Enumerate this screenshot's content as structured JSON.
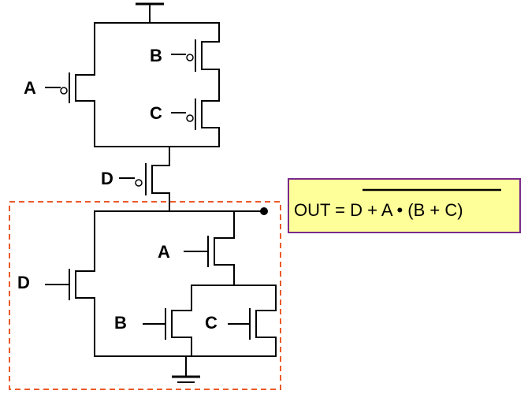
{
  "inputs": {
    "pullup_a": "A",
    "pullup_b": "B",
    "pullup_c": "C",
    "pullup_d": "D",
    "pulldown_a": "A",
    "pulldown_b": "B",
    "pulldown_c": "C",
    "pulldown_d": "D"
  },
  "equation": {
    "lhs": "OUT = ",
    "rhs": "D + A • (B + C)"
  },
  "colors": {
    "box_fill": "#ffff99",
    "box_border": "#7a2a8c",
    "dashed_region": "#ea5a2a"
  }
}
